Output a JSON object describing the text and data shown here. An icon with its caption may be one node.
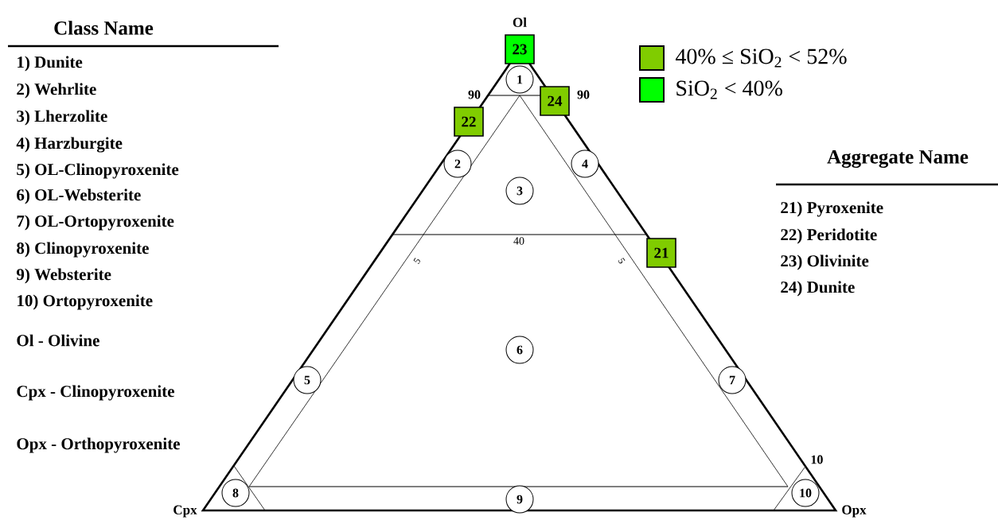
{
  "diagram": {
    "nodes": [
      {
        "text": [
          "23"
        ]
      },
      {
        "text": [
          "1"
        ]
      },
      {
        "text": [
          "24"
        ]
      },
      {
        "text": [
          "22"
        ]
      },
      {
        "text": [
          "2"
        ]
      },
      {
        "text": [
          "4"
        ]
      },
      {
        "text": [
          "3"
        ]
      },
      {
        "text": [
          "21"
        ]
      },
      {
        "text": [
          "6"
        ]
      },
      {
        "text": [
          "5"
        ]
      },
      {
        "text": [
          "7"
        ]
      },
      {
        "text": [
          "8"
        ]
      },
      {
        "text": [
          "10"
        ]
      },
      {
        "text": [
          "9"
        ]
      }
    ],
    "labels": [
      "Ol",
      "Class Name",
      "1) Dunite",
      "2) Wehrlite",
      "3) Lherzolite",
      "4) Harzburgite",
      "5) OL-Clinopyroxenite",
      "6) OL-Websterite",
      "7) OL-Ortopyroxenite",
      "8) Clinopyroxenite",
      "9) Websterite",
      "10) Ortopyroxenite",
      "90",
      "90",
      "Aggregate Name",
      "21) Pyroxenite",
      "22) Peridotite",
      "23) Olivinite",
      "24) Dunite",
      "40",
      "5",
      "5",
      "Ol - Olivine",
      "Cpx - Clinopyroxenite",
      "Opx - Orthopyroxenite",
      "10",
      "Cpx",
      "Opx"
    ],
    "legend": [
      {
        "text": "40% ≤ SiO$_{2}$ < 52%",
        "color": "#80cc00"
      },
      {
        "text": "SiO$_{2}$ < 40%",
        "color": "#00ff00"
      }
    ]
  }
}
